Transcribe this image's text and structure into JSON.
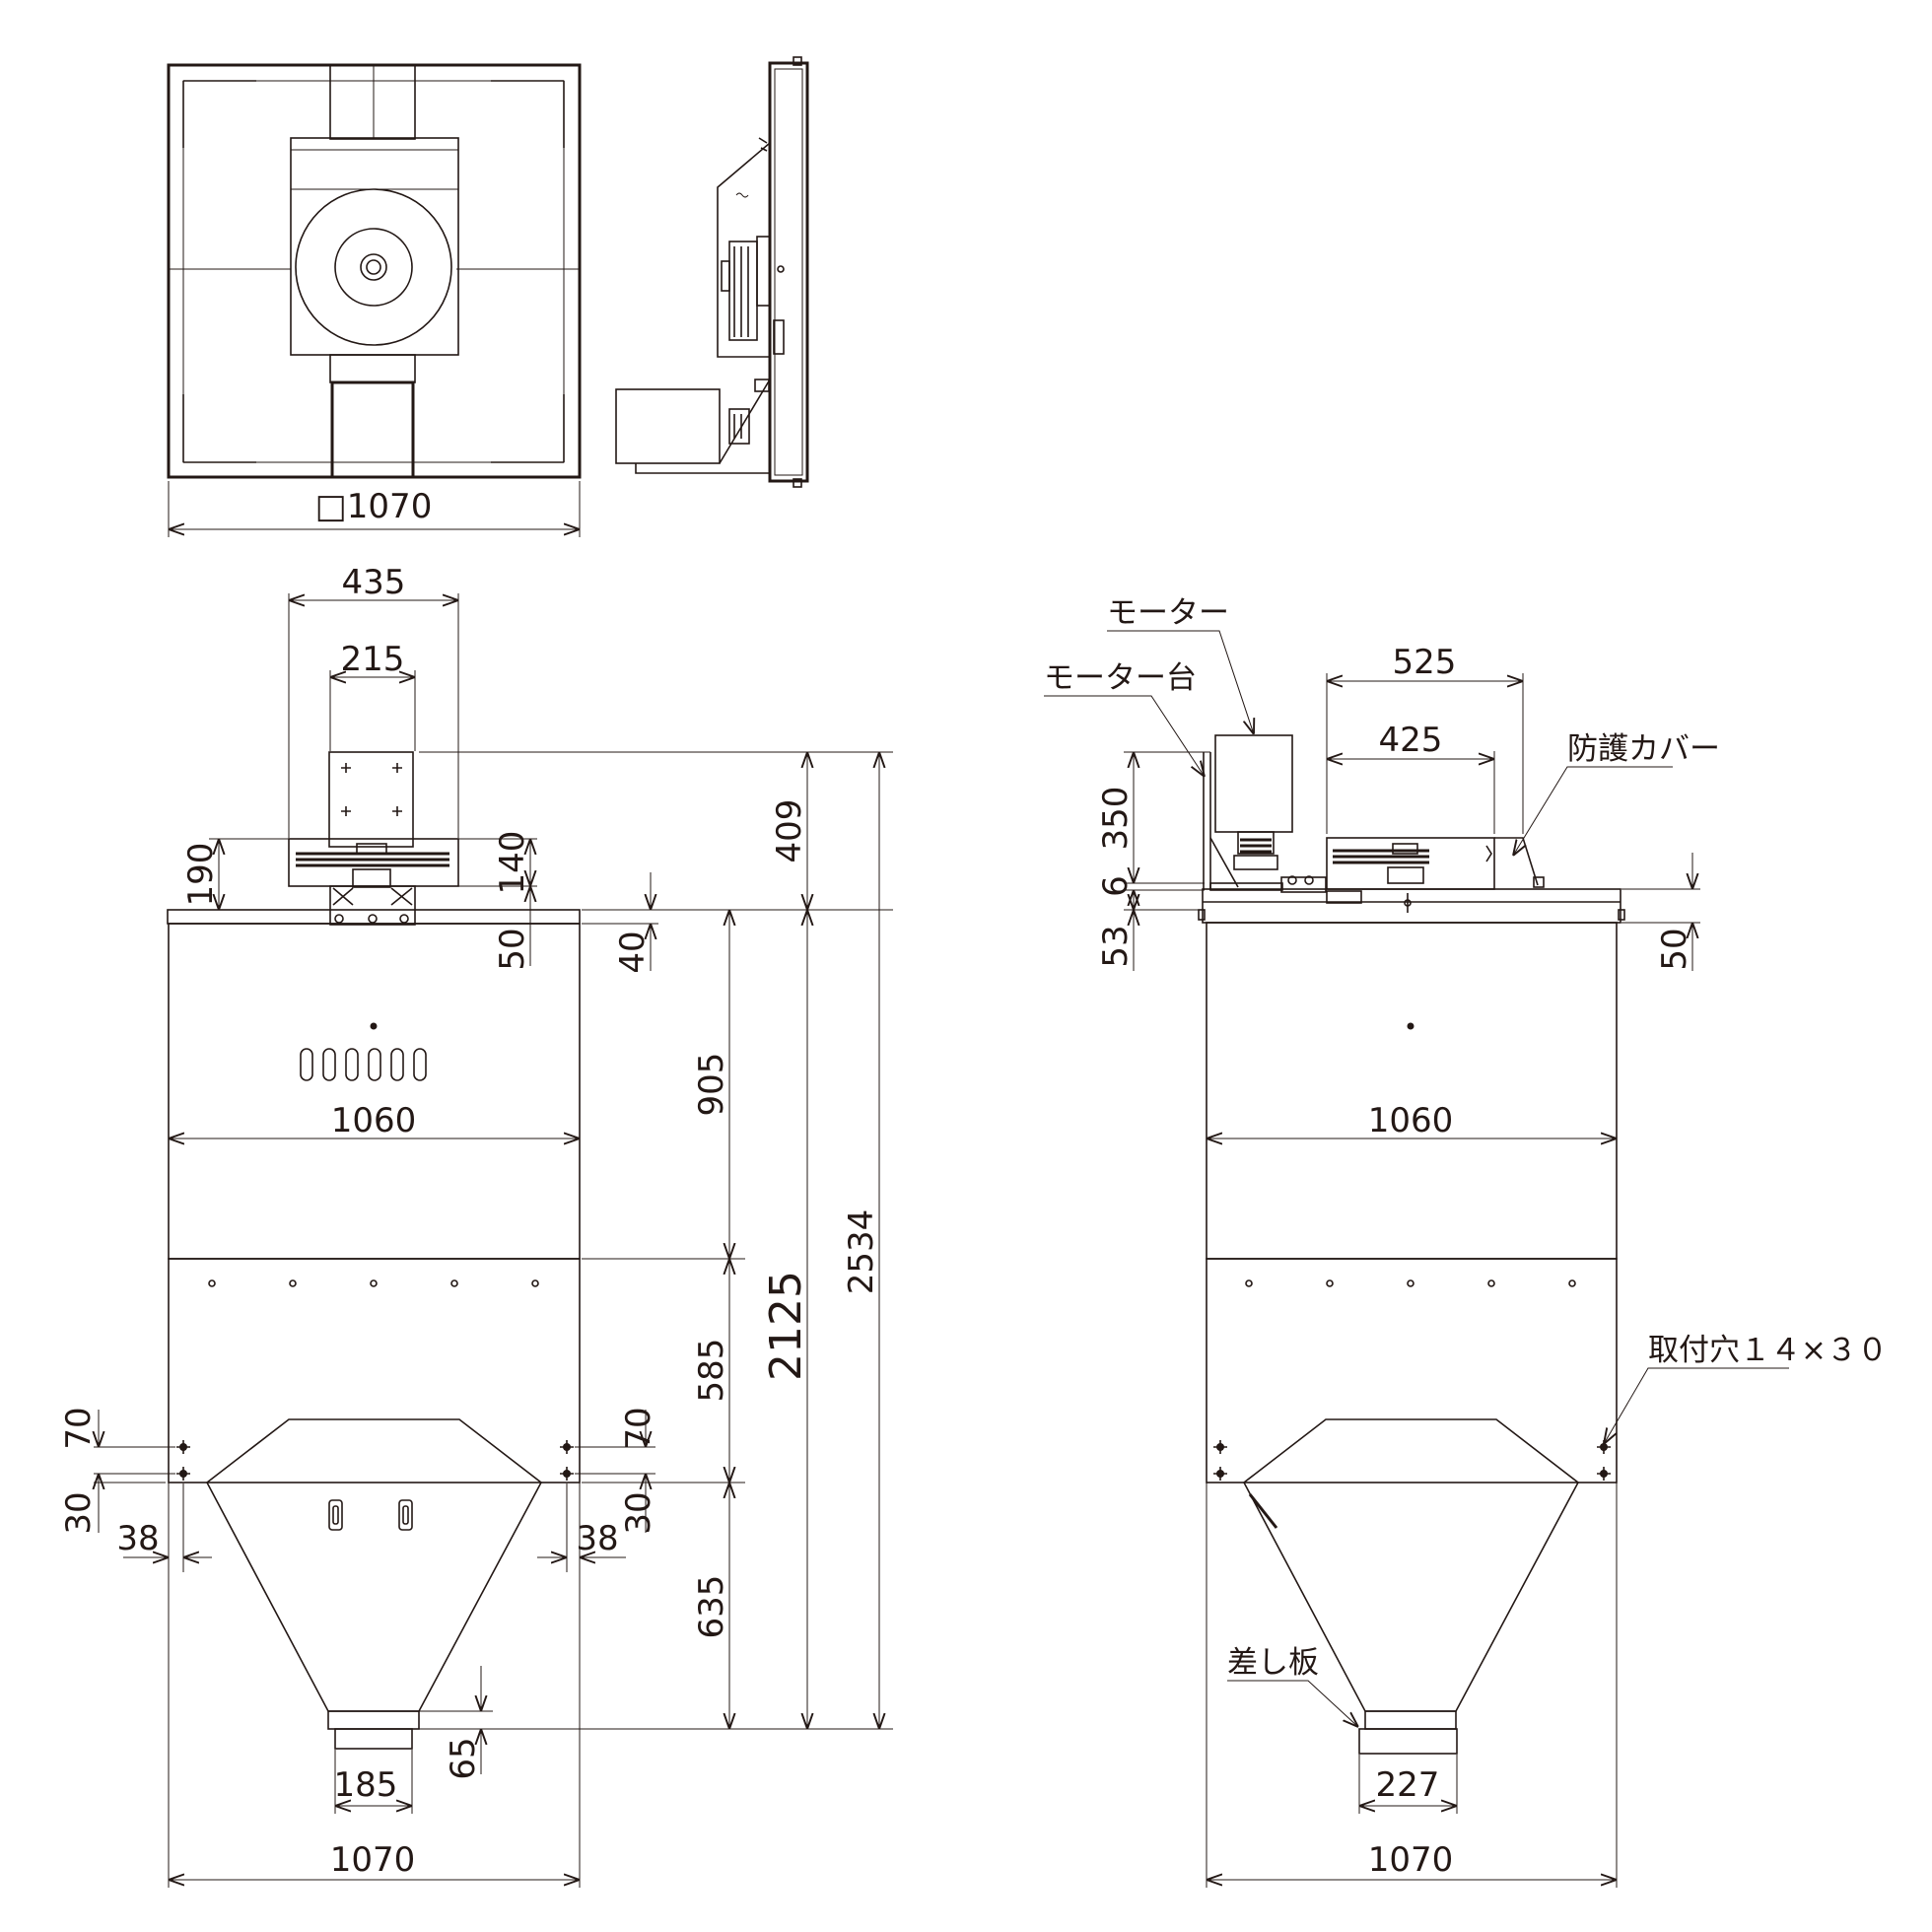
{
  "top_view": {
    "overall_label": "□1070"
  },
  "front_view": {
    "w_435": "435",
    "w_215": "215",
    "h_409": "409",
    "h_190": "190",
    "h_140": "140",
    "h_50": "50",
    "h_40": "40",
    "w_1060": "1060",
    "h_905": "905",
    "h_2534": "2534",
    "h_2125": "2125",
    "h_585": "585",
    "h_70_left": "70",
    "h_30_left": "30",
    "w_38_left": "38",
    "h_70_right": "70",
    "h_30_right": "30",
    "w_38_right": "38",
    "h_635": "635",
    "h_65": "65",
    "w_185": "185",
    "w_1070": "1070"
  },
  "side_view": {
    "label_motor": "モーター",
    "label_motor_base": "モーター台",
    "label_cover": "防護カバー",
    "label_mount_holes": "取付穴１４×３０",
    "label_slide_plate": "差し板",
    "w_525": "525",
    "w_425": "425",
    "h_350": "350",
    "h_6": "6",
    "h_53": "53",
    "h_50": "50",
    "w_1060": "1060",
    "w_227": "227",
    "w_1070": "1070"
  }
}
